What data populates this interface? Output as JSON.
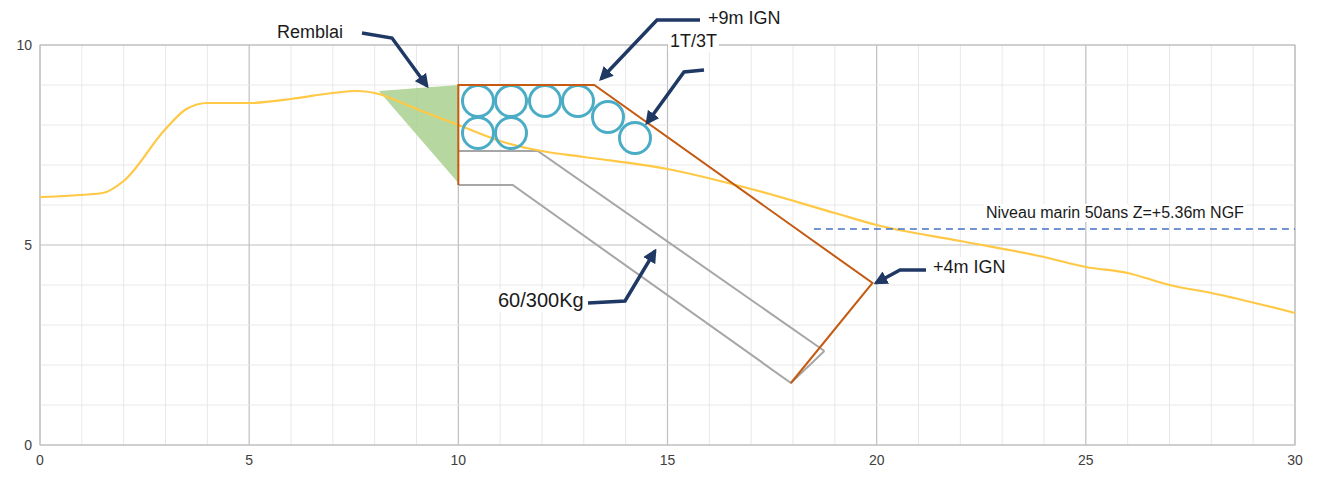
{
  "diagram": {
    "labels": [
      "Remblai",
      "+9m IGN",
      "1T/3T",
      "Niveau marin 50ans Z=+5.36m NGF",
      "60/300Kg",
      "+4m IGN",
      "0",
      "5",
      "10",
      "15",
      "20",
      "25",
      "30",
      "10",
      "5",
      "0"
    ]
  }
}
